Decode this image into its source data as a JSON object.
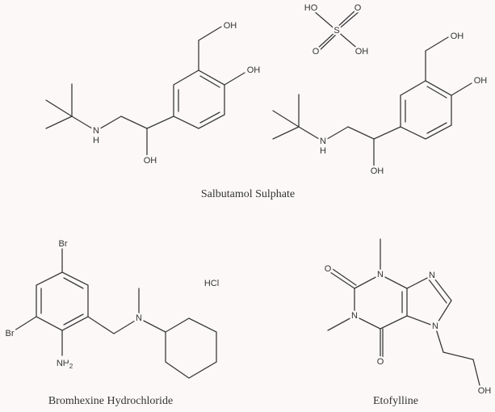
{
  "captions": {
    "salbutamol": "Salbutamol Sulphate",
    "bromhexine": "Bromhexine Hydrochloride",
    "etofylline": "Etofylline"
  },
  "atoms": {
    "oh": "OH",
    "ho": "HO",
    "o": "O",
    "s": "S",
    "n": "N",
    "h": "H",
    "br": "Br",
    "nh": "NH",
    "sub2": "2",
    "hcl": "HCl"
  }
}
